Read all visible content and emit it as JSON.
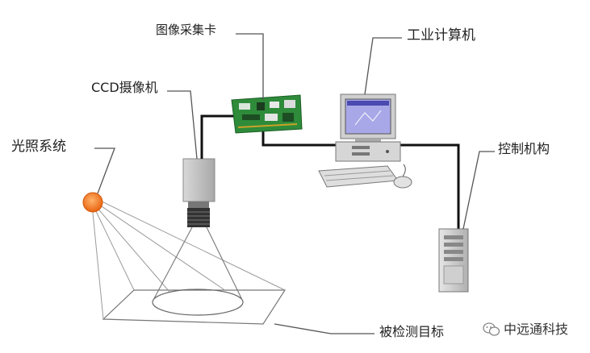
{
  "labels": {
    "capture_card": "图像采集卡",
    "ccd_camera": "CCD摄像机",
    "lighting_system": "光照系统",
    "industrial_pc": "工业计算机",
    "control_mechanism": "控制机构",
    "inspected_target": "被检测目标"
  },
  "watermark": {
    "text": "中远通科技",
    "icon": "wechat-icon"
  },
  "colors": {
    "cable": "#111111",
    "leader": "#555555",
    "light_source": "#f07a1a",
    "pcb": "#2e8b3a",
    "screen": "#a8a8e8",
    "beam": "#888888"
  }
}
